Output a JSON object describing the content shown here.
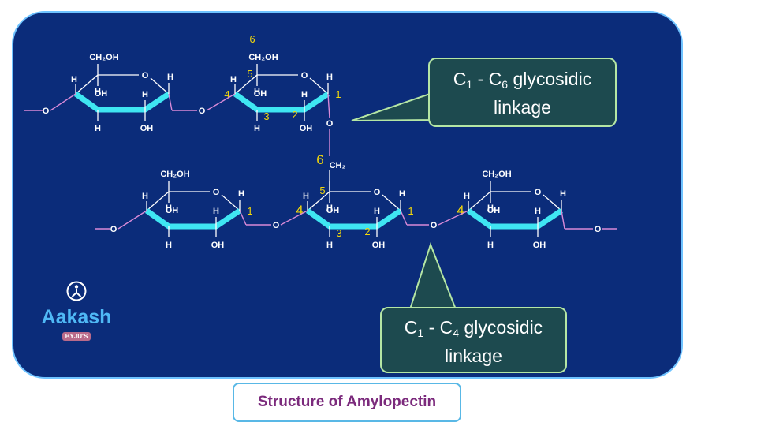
{
  "caption": "Structure of Amylopectin",
  "callouts": {
    "c1c6": {
      "line1_pre": "C",
      "sub1": "1",
      "mid": " - C",
      "sub2": "6",
      "line1_post": " glycosidic",
      "line2": "linkage"
    },
    "c1c4": {
      "line1_pre": "C",
      "sub1": "1",
      "mid": " - C",
      "sub2": "4",
      "line1_post": " glycosidic",
      "line2": "linkage"
    }
  },
  "logo": {
    "word": "Aakash",
    "tag": "BYJU'S"
  },
  "atoms": {
    "ch2oh": "CH₂OH",
    "ch2": "CH₂",
    "h": "H",
    "oh": "OH",
    "o": "O"
  },
  "carbon_numbers": {
    "c1": "1",
    "c2": "2",
    "c3": "3",
    "c4": "4",
    "c5": "5",
    "c6": "6"
  },
  "colors": {
    "panel": "#0b2c7a",
    "panel_border": "#6fc3ff",
    "ring_front": "#3fe6f2",
    "linkage": "#d98ad8",
    "numbers": "#f2d70b",
    "callout_bg": "#1d4a4f",
    "callout_border": "#b5e6a4",
    "caption_text": "#7b2a7c"
  }
}
